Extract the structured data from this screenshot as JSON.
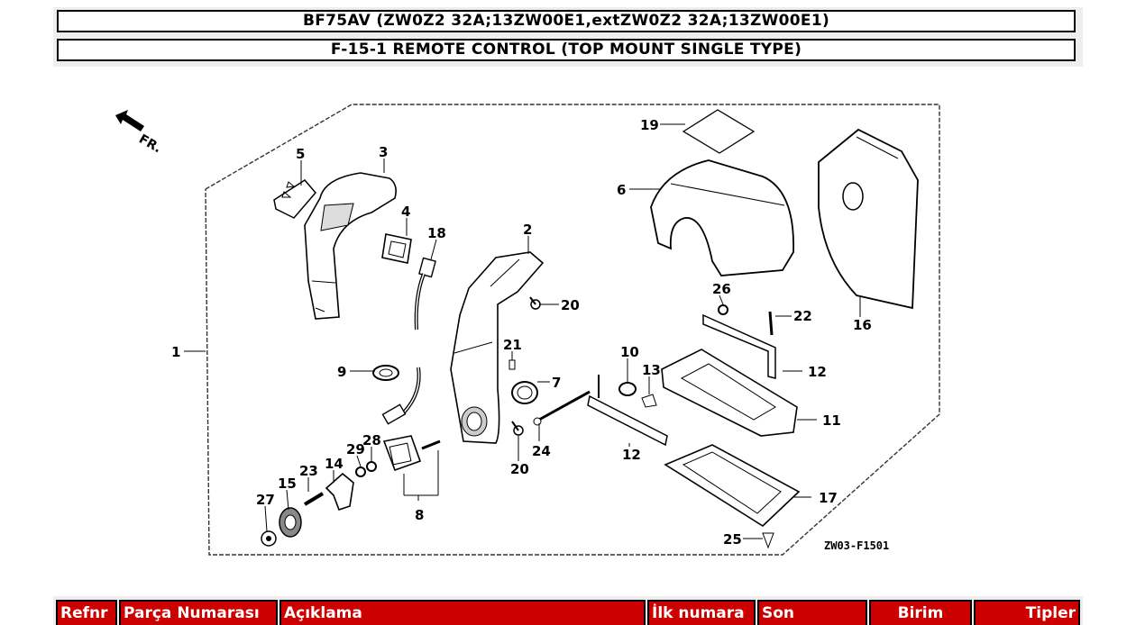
{
  "header": {
    "model_line": "BF75AV (ZW0Z2 32A;13ZW00E1,extZW0Z2 32A;13ZW00E1)",
    "section_line": "F-15-1 REMOTE CONTROL (TOP MOUNT SINGLE TYPE)"
  },
  "diagram": {
    "fr_label": "FR.",
    "drawing_code": "ZW03-F1501",
    "callouts": [
      "1",
      "2",
      "3",
      "4",
      "5",
      "6",
      "7",
      "8",
      "9",
      "10",
      "11",
      "12",
      "12",
      "13",
      "14",
      "15",
      "16",
      "17",
      "18",
      "19",
      "20",
      "20",
      "21",
      "22",
      "23",
      "24",
      "25",
      "26",
      "27",
      "28",
      "29"
    ]
  },
  "table": {
    "columns": [
      "Refnr",
      "Parça Numarası",
      "Açıklama",
      "İlk numara",
      "Son",
      "Birim",
      "Tipler"
    ]
  }
}
